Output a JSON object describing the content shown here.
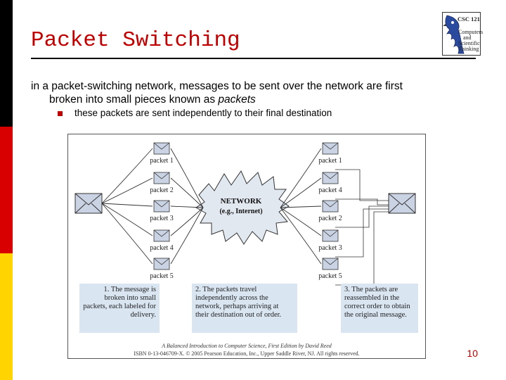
{
  "slide": {
    "title": "Packet Switching",
    "intro_line1": "in a packet-switching network, messages to be sent over the network are first",
    "intro_line2_prefix": "broken into small pieces known as ",
    "intro_line2_emph": "packets",
    "bullet": "these packets are sent independently to their final destination",
    "page_number": "10"
  },
  "logo": {
    "course": "CSC 121",
    "line1": "Computers",
    "line2": "and",
    "line3": "Scientific",
    "line4": "Thinking"
  },
  "figure": {
    "network_line1": "NETWORK",
    "network_line2": "(e.g., Internet)",
    "left_packets": [
      "packet 1",
      "packet 2",
      "packet 3",
      "packet 4",
      "packet 5"
    ],
    "right_packets": [
      "packet 1",
      "packet 4",
      "packet 2",
      "packet 3",
      "packet 5"
    ],
    "notes": [
      "1. The message is broken into small packets, each labeled for delivery.",
      "2. The packets travel independently across the network, perhaps arriving at their destination out of order.",
      "3. The packets are reassembled in the correct order to obtain the original message."
    ],
    "credit_line1": "A Balanced Introduction to Computer Science, First Edition by David Reed",
    "credit_line2": "ISBN 0-13-046709-X. © 2005 Pearson Education, Inc., Upper Saddle River, NJ. All rights reserved."
  },
  "colors": {
    "accent": "#c00000",
    "stripe_black": "#000000",
    "stripe_red": "#d80000",
    "stripe_yellow": "#ffd400",
    "note_box": "#d9e5f1",
    "envelope": "#c9d3e3"
  }
}
